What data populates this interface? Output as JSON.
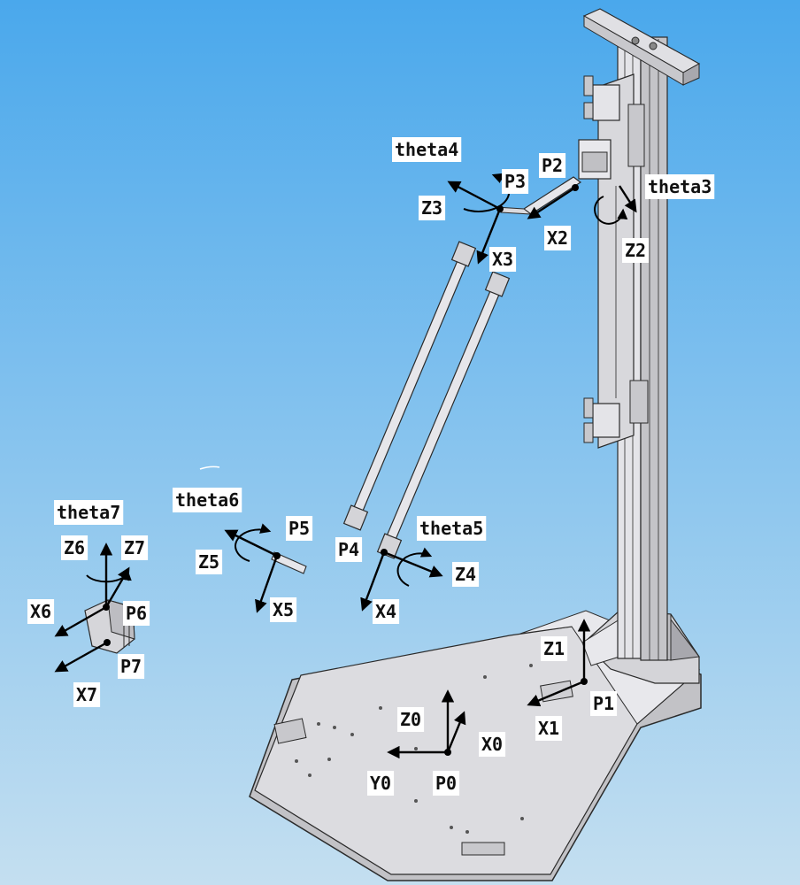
{
  "colors": {
    "background_top": "#4aa8ec",
    "background_bottom": "#c4dff0",
    "machine_light": "#e4e4e8",
    "machine_mid": "#c8c8cc",
    "machine_dark": "#8a8a90",
    "outline": "#2a2a2a",
    "axis": "#000000",
    "label_bg": "#ffffff"
  },
  "labels": {
    "p0": "P0",
    "p1": "P1",
    "p2": "P2",
    "p3": "P3",
    "p4": "P4",
    "p5": "P5",
    "p6": "P6",
    "p7": "P7",
    "x0": "X0",
    "x1": "X1",
    "x2": "X2",
    "x3": "X3",
    "x4": "X4",
    "x5": "X5",
    "x6": "X6",
    "x7": "X7",
    "y0": "Y0",
    "z0": "Z0",
    "z1": "Z1",
    "z2": "Z2",
    "z3": "Z3",
    "z4": "Z4",
    "z5": "Z5",
    "z6": "Z6",
    "z7": "Z7",
    "theta3": "theta3",
    "theta4": "theta4",
    "theta5": "theta5",
    "theta6": "theta6",
    "theta7": "theta7"
  }
}
